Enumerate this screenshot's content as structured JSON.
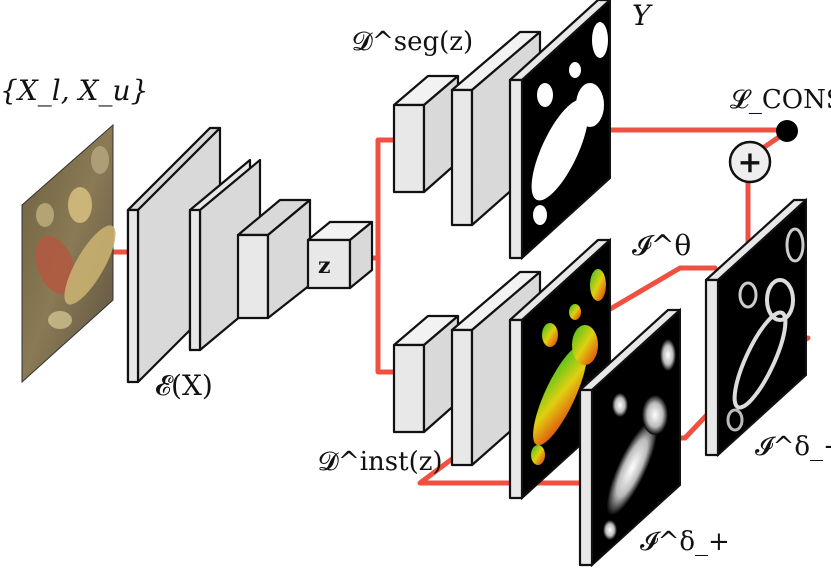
{
  "labels": {
    "input": "{X_l, X_u}",
    "encoder": "𝓔(X)",
    "latent": "z",
    "seg_decoder": "𝓓^seg(z)",
    "inst_decoder": "𝓓^inst(z)",
    "seg_output": "Y",
    "consistency_loss": "𝓛_CONS",
    "plus_symbol": "+",
    "theta_map": "𝓘^θ",
    "delta_plus": "𝓘^δ_+",
    "delta_minus": "𝓘^δ_−"
  },
  "colors": {
    "connector": "#f05040",
    "box_fill": "#e8e8e8",
    "outline": "#111111"
  },
  "icons": [
    "add-circle-icon",
    "loss-node-icon"
  ]
}
